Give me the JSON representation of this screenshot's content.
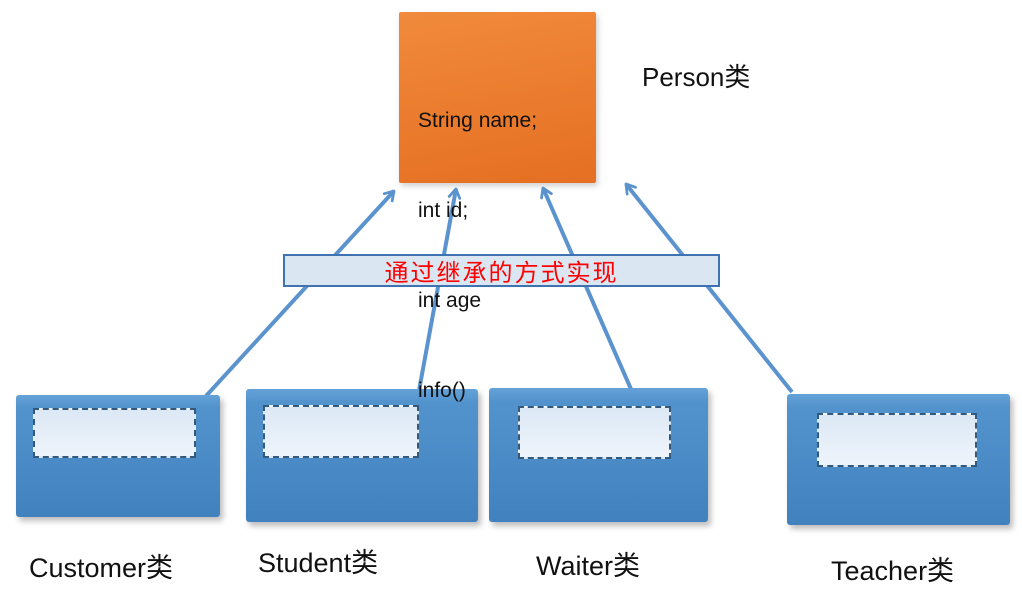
{
  "diagram": {
    "parent_class": {
      "label": "Person类",
      "attributes": [
        "String name;",
        "int id;",
        "int age",
        "info()"
      ]
    },
    "note": {
      "text": "通过继承的方式实现"
    },
    "subclasses": [
      {
        "label": "Customer类"
      },
      {
        "label": "Student类"
      },
      {
        "label": "Waiter类"
      },
      {
        "label": "Teacher类"
      }
    ],
    "colors": {
      "parent_fill_top": "#f18a3c",
      "parent_fill_bottom": "#e56f22",
      "child_fill": "#4e8fc7",
      "note_fill": "#dbe6f3",
      "note_border": "#3f72b0",
      "note_text": "#ff0000",
      "arrow": "#5b93ce",
      "inner_fill": "#e7eff9",
      "inner_border": "#33597c",
      "label_text": "#111111"
    }
  }
}
